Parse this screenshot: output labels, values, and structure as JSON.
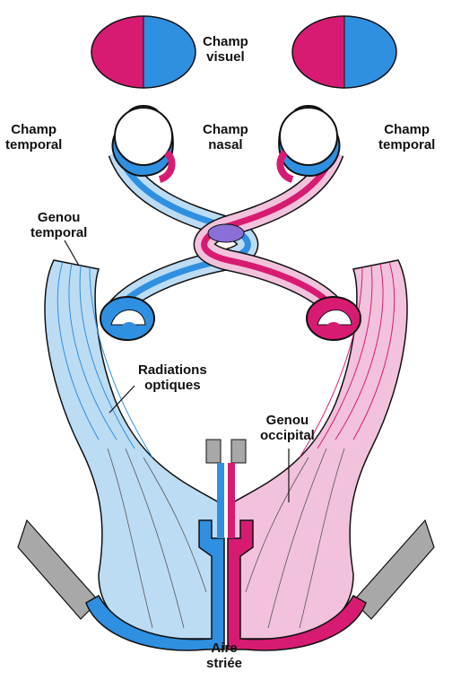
{
  "labels": {
    "champ_visuel": [
      "Champ",
      "visuel"
    ],
    "champ_temporal_left": [
      "Champ",
      "temporal"
    ],
    "champ_nasal": [
      "Champ",
      "nasal"
    ],
    "champ_temporal_right": [
      "Champ",
      "temporal"
    ],
    "genou_temporal": [
      "Genou",
      "temporal"
    ],
    "radiations_optiques": [
      "Radiations",
      "optiques"
    ],
    "genou_occipital": [
      "Genou",
      "occipital"
    ],
    "aire_striee": [
      "Aire",
      "striée"
    ]
  },
  "colors": {
    "temporal_blue": "#2f8fe0",
    "temporal_blue_light": "#bcdcf4",
    "nasal_magenta": "#d81b72",
    "nasal_magenta_light": "#f2c2dc",
    "cortex_gray": "#a8a8a8",
    "outline": "#111111"
  }
}
